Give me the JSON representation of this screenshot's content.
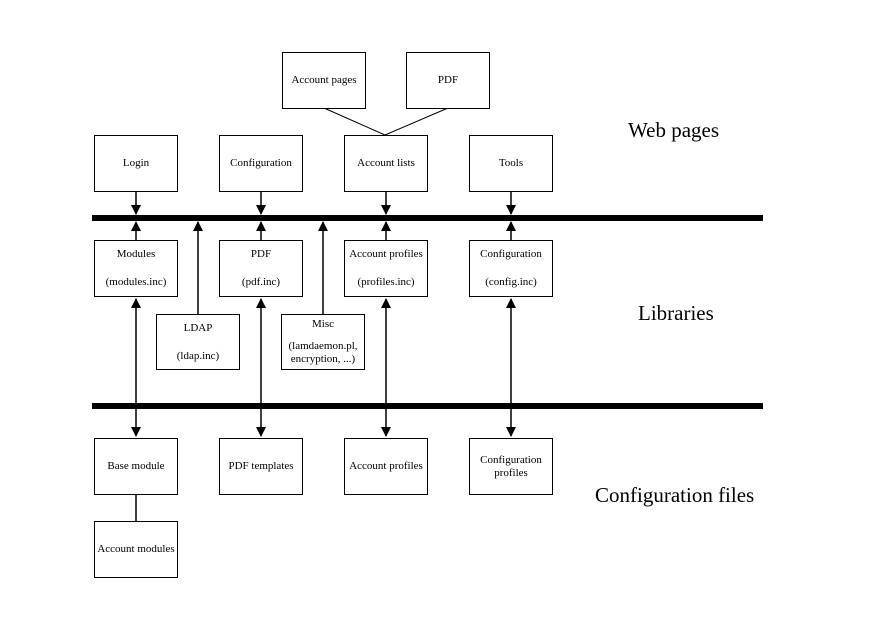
{
  "sections": {
    "web_pages": "Web pages",
    "libraries": "Libraries",
    "config_files": "Configuration files"
  },
  "web": {
    "account_pages": "Account pages",
    "pdf": "PDF",
    "login": "Login",
    "configuration": "Configuration",
    "account_lists": "Account lists",
    "tools": "Tools"
  },
  "libs": {
    "modules": {
      "title": "Modules",
      "file": "(modules.inc)"
    },
    "pdf": {
      "title": "PDF",
      "file": "(pdf.inc)"
    },
    "profiles": {
      "title": "Account profiles",
      "file": "(profiles.inc)"
    },
    "config": {
      "title": "Configuration",
      "file": "(config.inc)"
    },
    "ldap": {
      "title": "LDAP",
      "file": "(ldap.inc)"
    },
    "misc": {
      "title": "Misc",
      "line2": "(lamdaemon.pl,",
      "line3": "encryption, ...)"
    }
  },
  "files": {
    "base_module": "Base module",
    "pdf_templates": "PDF templates",
    "account_profiles": "Account profiles",
    "config_profiles_1": "Configuration",
    "config_profiles_2": "profiles",
    "account_modules": "Account modules"
  }
}
